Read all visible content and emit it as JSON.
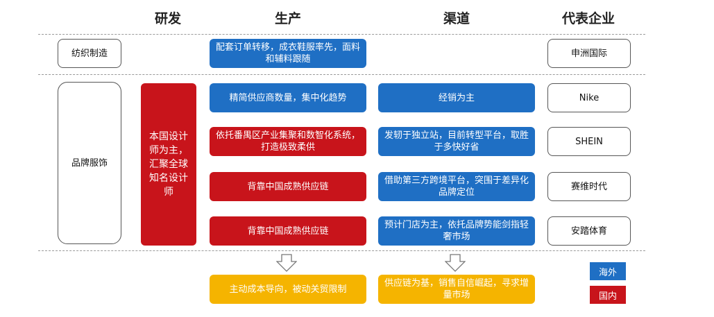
{
  "headers": {
    "rd": "研发",
    "production": "生产",
    "channel": "渠道",
    "companies": "代表企业"
  },
  "rows": {
    "textile": {
      "label": "纺织制造",
      "production": "配套订单转移，成衣鞋服率先，面料和辅料跟随",
      "company": "申洲国际"
    },
    "brand": {
      "label": "品牌服饰",
      "rd": "本国设计师为主，汇聚全球知名设计师",
      "items": [
        {
          "production": "精简供应商数量，集中化趋势",
          "channel": "经销为主",
          "company": "Nike"
        },
        {
          "production": "依托番禺区产业集聚和数智化系统，打造极致柔供",
          "channel": "发轫于独立站，目前转型平台，取胜于多快好省",
          "company": "SHEIN"
        },
        {
          "production": "背靠中国成熟供应链",
          "channel": "借助第三方跨境平台，突围于差异化品牌定位",
          "company": "赛维时代"
        },
        {
          "production": "背靠中国成熟供应链",
          "channel": "预计门店为主，依托品牌势能剑指轻奢市场",
          "company": "安踏体育"
        }
      ]
    }
  },
  "summary": {
    "production": "主动成本导向，被动关贸限制",
    "channel": "供应链为基，销售自信崛起，寻求增量市场"
  },
  "legend": {
    "overseas": "海外",
    "domestic": "国内"
  },
  "colors": {
    "overseas": "#1f6fc4",
    "domestic": "#c8141b",
    "summary": "#f5b400"
  }
}
